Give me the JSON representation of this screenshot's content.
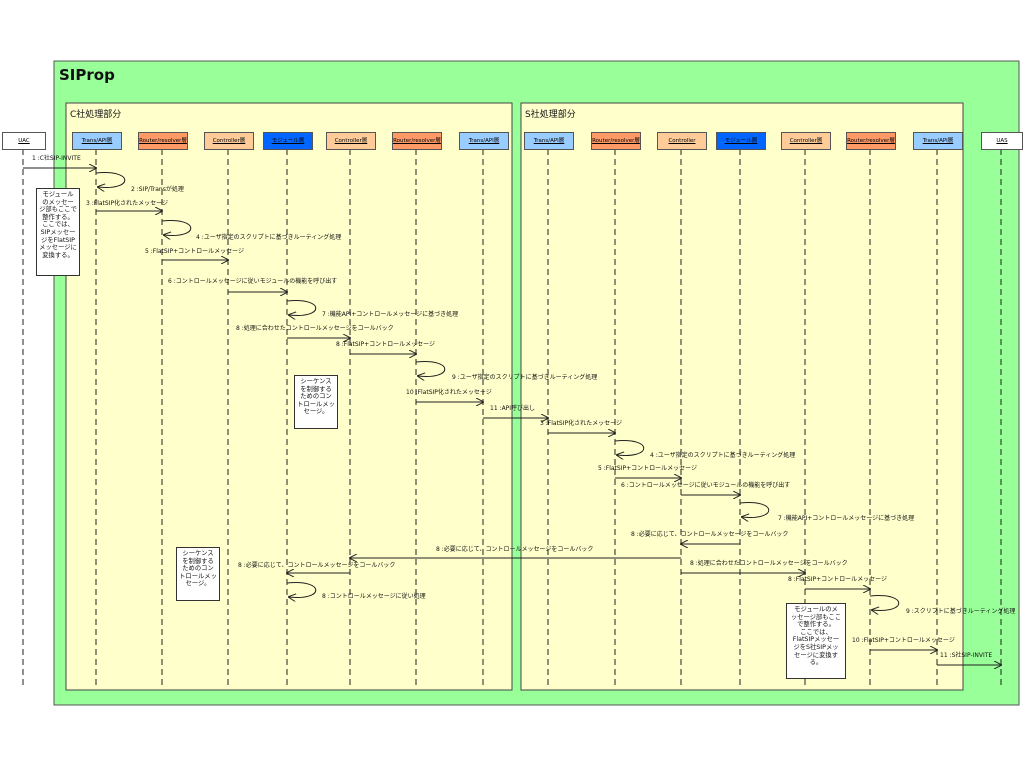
{
  "frame_title": "SIProp",
  "panels": {
    "c": "C社処理部分",
    "s": "S社処理部分"
  },
  "actors": {
    "uac": "UAC",
    "uas": "UAS"
  },
  "lifelines": [
    {
      "label": "Trans/API層",
      "color": "#99ccff"
    },
    {
      "label": "Router/resolver層",
      "color": "#ff9966"
    },
    {
      "label": "Controller層",
      "color": "#ffcc99"
    },
    {
      "label": "モジュール層",
      "color": "#0066ff"
    },
    {
      "label": "Controller層",
      "color": "#ffcc99"
    },
    {
      "label": "Router/resolver層",
      "color": "#ff9966"
    },
    {
      "label": "Trans/API層",
      "color": "#99ccff"
    },
    {
      "label": "Trans/API層",
      "color": "#99ccff"
    },
    {
      "label": "Router/resolver層",
      "color": "#ff9966"
    },
    {
      "label": "Controller",
      "color": "#ffcc99"
    },
    {
      "label": "モジュール層",
      "color": "#0066ff"
    },
    {
      "label": "Controller層",
      "color": "#ffcc99"
    },
    {
      "label": "Router/resolver層",
      "color": "#ff9966"
    },
    {
      "label": "Trans/API層",
      "color": "#99ccff"
    }
  ],
  "messages": [
    "1 :C社SIP-INVITE",
    "2 :SIP/Transが処理",
    "3 :FlatSIP化されたメッセージ",
    "4 :ユーザ指定のスクリプトに基づきルーティング処理",
    "5 :FlatSIP+コントロールメッセージ",
    "6 :コントロールメッセージに従いモジュールの機能を呼び出す",
    "7 :機能API+コントロールメッセージに基づき処理",
    "8 :処理に合わせたコントロールメッセージをコールバック",
    "8 :FlatSIP+コントロールメッセージ",
    "9 :ユーザ指定のスクリプトに基づきルーティング処理",
    "10 :FlatSIP化されたメッセージ",
    "11 :API呼び出し",
    "3 :FlatSIP化されたメッセージ",
    "4 :ユーザ指定のスクリプトに基づきルーティング処理",
    "5 :FlatSIP+コントロールメッセージ",
    "6 :コントロールメッセージに従いモジュールの機能を呼び出す",
    "7 :機能API+コントロールメッセージに基づき処理",
    "8 :必要に応じて、コントロールメッセージをコールバック",
    "8 :必要に応じて、コントロールメッセージをコールバック",
    "8 :処理に合わせたコントロールメッセージをコールバック",
    "8 :必要に応じて、コントロールメッセージをコールバック",
    "8 :FlatSIP+コントロールメッセージ",
    "8 :コントロールメッセージに従い処理",
    "9 :スクリプトに基づきルーティング処理",
    "10 :FlatSIP+コントロールメッセージ",
    "11 :S社SIP-INVITE"
  ],
  "notes": [
    "モジュール\nのメッセー\nジ部もここで\n整作する。\nここでは、\nSIPメッセー\nジをFlatSIP\nメッセージに\n変換する。",
    "シーケンス\nを制御する\nためのコン\nトロールメッ\nセージ。",
    "シーケンス\nを制御する\nためのコン\nトロールメッ\nセージ。",
    "モジュールのメ\nッセージ部もここ\nで整作する。\nここでは、\nFlatSIPメッセー\nジをS社SIPメッ\nセージに変換す\nる。"
  ],
  "colors": {
    "frame_bg": "#99ff99",
    "panel_bg": "#ffffcc",
    "line": "#222222"
  }
}
